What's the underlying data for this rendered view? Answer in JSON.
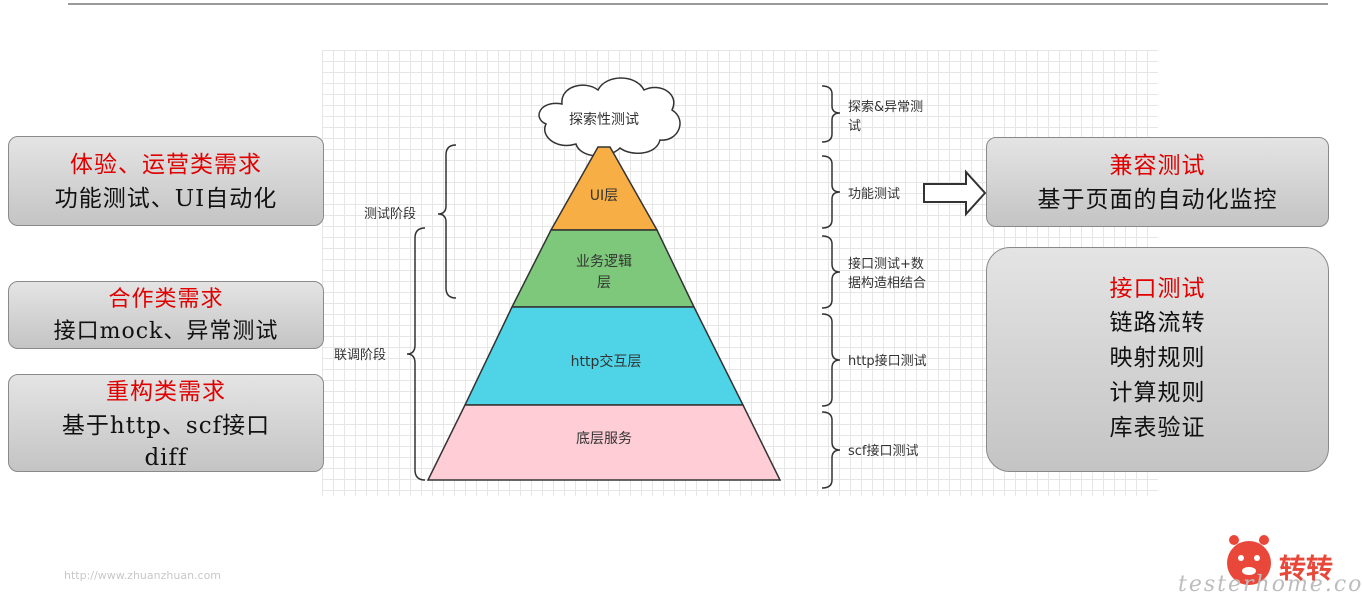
{
  "pyramid": {
    "cloud": "探索性测试",
    "layers": [
      {
        "label_lines": [
          "UI层"
        ],
        "color": "#F7AE45"
      },
      {
        "label_lines": [
          "业务逻辑",
          "层"
        ],
        "color": "#7DC87A"
      },
      {
        "label_lines": [
          "http交互层"
        ],
        "color": "#4FD3E6"
      },
      {
        "label_lines": [
          "底层服务"
        ],
        "color": "#FFCDD6"
      }
    ]
  },
  "left_braces": {
    "test_phase": "测试阶段",
    "integration_phase": "联调阶段"
  },
  "right_labels": [
    {
      "lines": [
        "探索&异常测",
        "试"
      ]
    },
    {
      "lines": [
        "功能测试"
      ]
    },
    {
      "lines": [
        "接口测试+数",
        "据构造相结合"
      ]
    },
    {
      "lines": [
        "http接口测试"
      ]
    },
    {
      "lines": [
        "scf接口测试"
      ]
    }
  ],
  "left_boxes": [
    {
      "title": "体验、运营类需求",
      "lines": [
        "功能测试、UI自动化"
      ]
    },
    {
      "title": "合作类需求",
      "lines": [
        "接口mock、异常测试"
      ]
    },
    {
      "title": "重构类需求",
      "lines": [
        "基于http、scf接口",
        "diff"
      ]
    }
  ],
  "right_boxes": [
    {
      "title": "兼容测试",
      "lines": [
        "基于页面的自动化监控"
      ]
    },
    {
      "title": "接口测试",
      "lines": [
        "链路流转",
        "映射规则",
        "计算规则",
        "库表验证"
      ]
    }
  ],
  "watermarks": {
    "url": "http://www.zhuanzhuan.com",
    "site": "testerhome.com",
    "logo": "转转"
  },
  "colors": {
    "title_red": "#E00000",
    "logo_red": "#E8473A"
  }
}
